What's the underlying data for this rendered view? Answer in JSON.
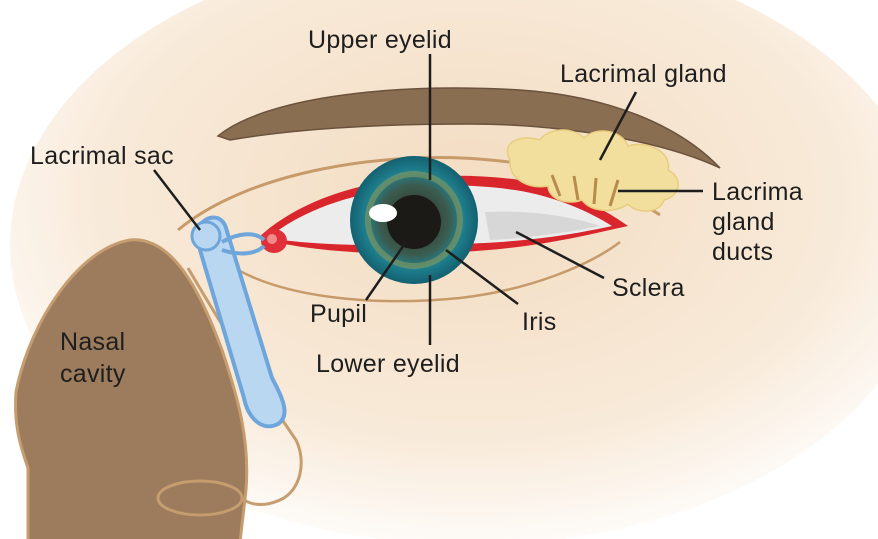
{
  "labels": {
    "upper_eyelid": "Upper eyelid",
    "lacrimal_gland": "Lacrimal gland",
    "lacrimal_sac": "Lacrimal sac",
    "lacrimal_gland_ducts": [
      "Lacrima",
      "gland",
      "ducts"
    ],
    "sclera": "Sclera",
    "pupil": "Pupil",
    "iris": "Iris",
    "nasal_cavity": [
      "Nasal",
      "cavity"
    ],
    "lower_eyelid": "Lower eyelid"
  },
  "colors": {
    "skin": "#f4e2cc",
    "eyebrow": "#8a6e52",
    "nasal_cavity": "#9d7b5d",
    "duct": "#6ea6dc",
    "gland": "#f2df9e",
    "iris": "#1f8290",
    "eyelid_rim": "#d8262c",
    "sclera": "#ececec"
  }
}
